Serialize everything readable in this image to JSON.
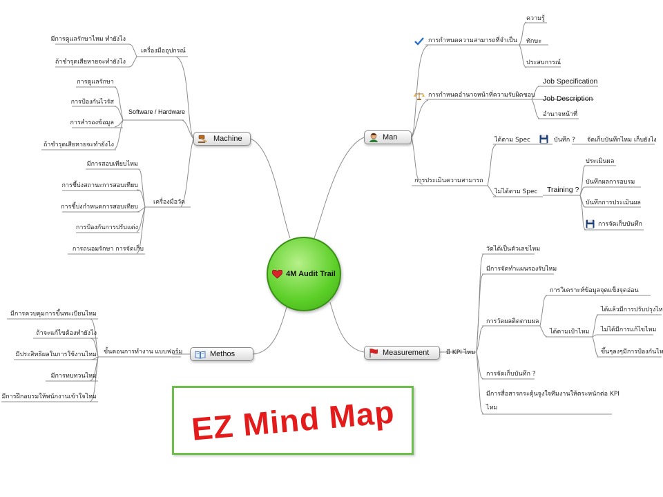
{
  "center": {
    "label": "4M Audit Trail",
    "icon": "heart-icon"
  },
  "topics": {
    "man": "Man",
    "machine": "Machine",
    "methos": "Methos",
    "measurement": "Measurement"
  },
  "man": {
    "competency": "การกำหนดความสามารถที่จำเป็น",
    "competency_items": [
      "ความรู้",
      "ทักษะ",
      "ประสบการณ์"
    ],
    "authority": "การกำหนดอำนาจหน้าที่ความรับผิดชอบ",
    "authority_items": [
      "Job Specification",
      "Job Description",
      "อำนาจหน้าที่"
    ],
    "evaluation": "การประเมินความสามารถ",
    "pass_spec": "ได้ตาม Spec",
    "record_q": "บันทึก ?",
    "record_store": "จัดเก็บบันทึกไหม เก็บยังไง",
    "fail_spec": "ไม่ได้ตาม Spec",
    "training": "Training ?",
    "training_items": [
      "ประเมินผล",
      "บันทึกผลการอบรม",
      "บันทึกการประเมินผล",
      "การจัดเก็บบันทึก"
    ]
  },
  "machine": {
    "equipment": "เครื่องมืออุปกรณ์",
    "equipment_items": [
      "มีการดูแลรักษาไหม ทำยังไง",
      "ถ้าชำรุดเสียหายจะทำยังไง"
    ],
    "software": "Software / Hardware",
    "software_items": [
      "การดูแลรักษา",
      "การป้องกันไวรัส",
      "การสำรองข้อมูล",
      "ถ้าชำรุดเสียหายจะทำยังไง"
    ],
    "measuring": "เครื่องมือวัด",
    "measuring_items": [
      "มีการสอบเทียบไหม",
      "การชี้บ่งสถานะการสอบเทียบ",
      "การชี้บ่งกำหนดการสอบเทียบ",
      "การป้องกันการปรับแต่ง",
      "การถนอมรักษา การจัดเก็บ"
    ]
  },
  "methos": {
    "procedure": "ขั้นตอนการทำงาน แบบฟอร์ม",
    "procedure_items": [
      "มีการควบคุมการขึ้นทะเบียนไหม",
      "ถ้าจะแก้ไขต้องทำยังไง",
      "มีประสิทธิผลในการใช้งานไหม",
      "มีการทบทวนไหม",
      "มีการฝึกอบรมให้พนักงานเข้าใจไหม"
    ]
  },
  "measurement": {
    "kpi": "มี KPI ไหม",
    "kpi_items": [
      "วัดได้เป็นตัวเลขไหม",
      "มีการจัดทำแผนรองรับไหม"
    ],
    "followup": "การวัดผลติดตามผล",
    "analysis": "การวิเคราะห์ข้อมูลจุดแข็งจุดอ่อน",
    "target": "ได้ตามเป้าไหม",
    "target_items": [
      "ได้แล้วมีการปรับปรุงไหม",
      "ไม่ได้มีการแก้ไขไหม",
      "ขึ้นๆลงๆมีการป้องกันไหม"
    ],
    "record": "การจัดเก็บบันทึก ?",
    "communicate_1": "มีการสื่อสารกระตุ้นจูงใจทีมงานให้ตระหนักต่อ KPI",
    "communicate_2": "ไหม"
  },
  "watermark": "EZ Mind Map",
  "colors": {
    "center": "#5ccf28",
    "line": "#8c8c8c",
    "watermark_text": "#e31b1b",
    "watermark_border": "#6cc04a"
  }
}
